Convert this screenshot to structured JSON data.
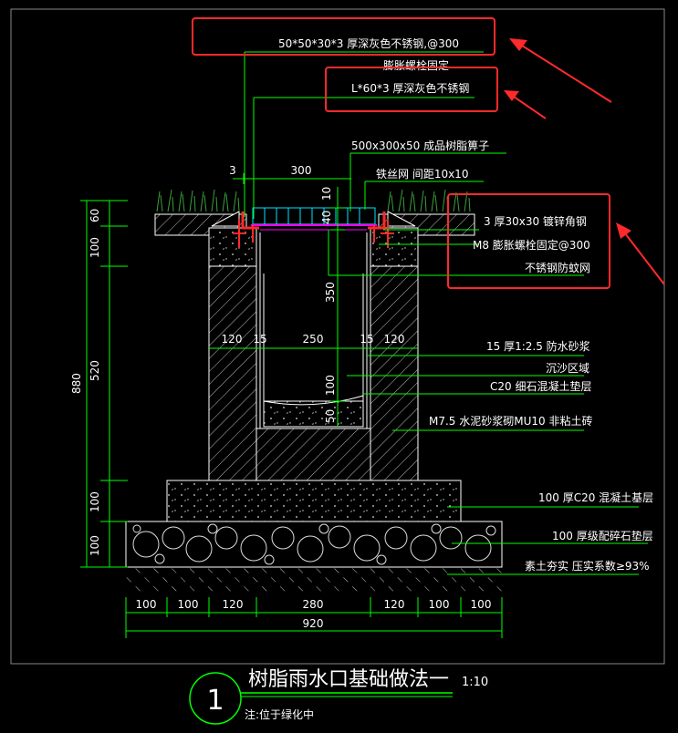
{
  "callouts": {
    "top1": "50*50*30*3    厚深灰色不锈钢,@300",
    "top1b": "膨胀螺栓固定",
    "top2": "L*60*3   厚深灰色不锈钢",
    "grate": "500x300x50     成品树脂箅子",
    "mesh": "铁丝网  间距10x10",
    "angle": "3 厚30x30     镀锌角钢",
    "bolt": "M8  膨胀螺栓固定@300",
    "lattice": "不锈钢防蚊网",
    "mortar": "15  厚1:2.5    防水砂浆",
    "silt": "沉沙区域",
    "c20pad": "C20  细石混凝土垫层",
    "brick": "M7.5   水泥砂浆砌MU10    非粘土砖",
    "base": "100    厚C20   混凝土基层",
    "gravel": "100    厚级配碎石垫层",
    "soil": "素土夯实  压实系数≥93%"
  },
  "dims": {
    "d3": "3",
    "d300": "300",
    "d10": "10",
    "d40": "40",
    "d350": "350",
    "d100in": "100",
    "d50in": "50",
    "h120l": "120",
    "h15l": "15",
    "h250": "250",
    "h15r": "15",
    "h120r": "120",
    "v60": "60",
    "v100a": "100",
    "v520": "520",
    "v100b": "100",
    "v100c": "100",
    "v880": "880",
    "b1": "100",
    "b2": "100",
    "b3": "120",
    "b4": "280",
    "b5": "120",
    "b6": "100",
    "b7": "100",
    "b920": "920"
  },
  "footer": {
    "number": "1",
    "title": "树脂雨水口基础做法一",
    "scale": "1:10",
    "note": "注:位于绿化中"
  },
  "colors": {
    "line": "#ffffff",
    "dim": "#00ff00",
    "annotation": "#ffffff",
    "highlight": "#ff2a2a",
    "grass": "#3aa03a",
    "grate": "#ff00ff",
    "mesh": "#00e5ff"
  }
}
